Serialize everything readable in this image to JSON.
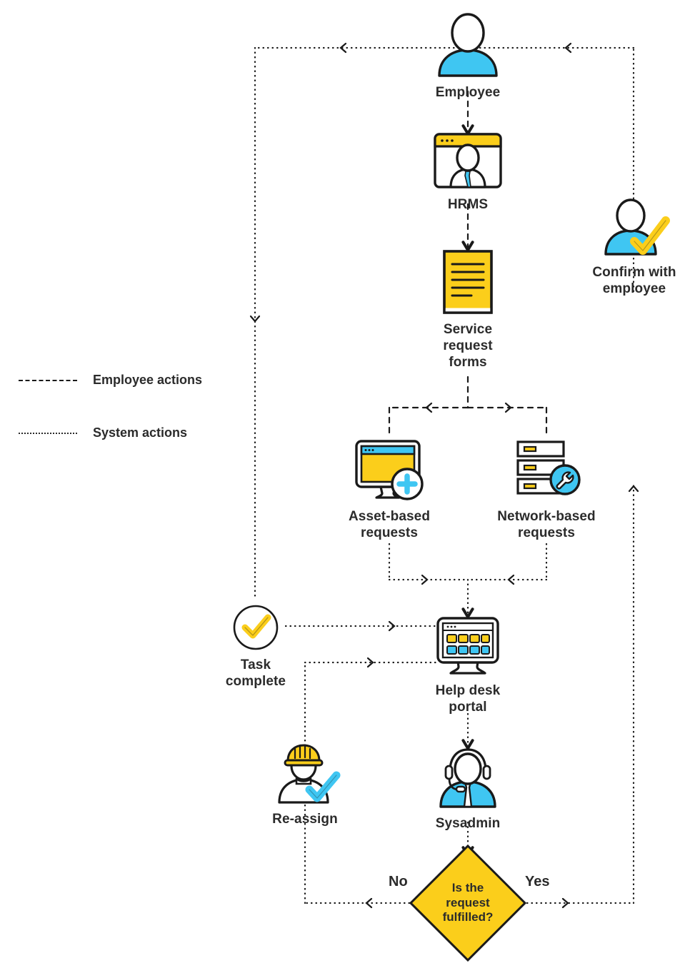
{
  "diagram": {
    "title": "IT service request fulfillment workflow",
    "colors": {
      "yellow": "#FBCE1B",
      "yellow_dark": "#F3C300",
      "blue": "#3FC6F2",
      "ink": "#1a1a1a",
      "text": "#2b2b2b",
      "background": "#ffffff"
    },
    "legend": [
      {
        "id": "employee-actions",
        "label": "Employee actions",
        "line_style": "dashed"
      },
      {
        "id": "system-actions",
        "label": "System actions",
        "line_style": "dotted"
      }
    ],
    "nodes": [
      {
        "id": "employee",
        "label": "Employee",
        "icon": "employee-person-icon"
      },
      {
        "id": "hrms",
        "label": "HRMS",
        "icon": "hrms-browser-person-icon"
      },
      {
        "id": "service-forms",
        "label": "Service\nrequest\nforms",
        "icon": "document-form-icon"
      },
      {
        "id": "asset-requests",
        "label": "Asset-based\nrequests",
        "icon": "monitor-plus-icon"
      },
      {
        "id": "network-requests",
        "label": "Network-based\nrequests",
        "icon": "server-wrench-icon"
      },
      {
        "id": "help-desk-portal",
        "label": "Help desk\nportal",
        "icon": "portal-monitor-icon"
      },
      {
        "id": "task-complete",
        "label": "Task\ncomplete",
        "icon": "check-circle-icon"
      },
      {
        "id": "re-assign",
        "label": "Re-assign",
        "icon": "worker-check-icon"
      },
      {
        "id": "sysadmin",
        "label": "Sysadmin",
        "icon": "headset-person-icon"
      },
      {
        "id": "confirm-employee",
        "label": "Confirm with\nemployee",
        "icon": "person-check-icon"
      }
    ],
    "decision": {
      "id": "request-fulfilled",
      "lines": [
        "Is the",
        "request",
        "fulfilled?"
      ],
      "branch_no": "No",
      "branch_yes": "Yes"
    },
    "node_labels": {
      "employee": "Employee",
      "hrms": "HRMS",
      "service_forms_l1": "Service",
      "service_forms_l2": "request",
      "service_forms_l3": "forms",
      "asset_l1": "Asset-based",
      "asset_l2": "requests",
      "network_l1": "Network-based",
      "network_l2": "requests",
      "portal_l1": "Help desk",
      "portal_l2": "portal",
      "task_l1": "Task",
      "task_l2": "complete",
      "reassign": "Re-assign",
      "sysadmin": "Sysadmin",
      "confirm_l1": "Confirm with",
      "confirm_l2": "employee",
      "decision_l1": "Is the",
      "decision_l2": "request",
      "decision_l3": "fulfilled?",
      "branch_no": "No",
      "branch_yes": "Yes",
      "legend_employee": "Employee actions",
      "legend_system": "System actions"
    },
    "edges": [
      {
        "from": "employee",
        "to": "hrms",
        "style": "dashed",
        "label": ""
      },
      {
        "from": "hrms",
        "to": "service-forms",
        "style": "dashed",
        "label": ""
      },
      {
        "from": "service-forms",
        "to": "asset-requests",
        "style": "dashed",
        "label": ""
      },
      {
        "from": "service-forms",
        "to": "network-requests",
        "style": "dashed",
        "label": ""
      },
      {
        "from": "asset-requests",
        "to": "help-desk-portal",
        "style": "dotted",
        "label": ""
      },
      {
        "from": "network-requests",
        "to": "help-desk-portal",
        "style": "dotted",
        "label": ""
      },
      {
        "from": "help-desk-portal",
        "to": "sysadmin",
        "style": "dotted",
        "label": ""
      },
      {
        "from": "sysadmin",
        "to": "request-fulfilled",
        "style": "dotted",
        "label": ""
      },
      {
        "from": "request-fulfilled",
        "to": "re-assign",
        "style": "dotted",
        "label": "No"
      },
      {
        "from": "re-assign",
        "to": "help-desk-portal",
        "style": "dotted",
        "label": ""
      },
      {
        "from": "request-fulfilled",
        "to": "confirm-employee",
        "style": "dotted",
        "label": "Yes"
      },
      {
        "from": "confirm-employee",
        "to": "employee",
        "style": "dotted",
        "label": ""
      },
      {
        "from": "employee",
        "to": "task-complete",
        "style": "dotted",
        "label": ""
      },
      {
        "from": "task-complete",
        "to": "help-desk-portal",
        "style": "dotted",
        "label": ""
      }
    ]
  }
}
